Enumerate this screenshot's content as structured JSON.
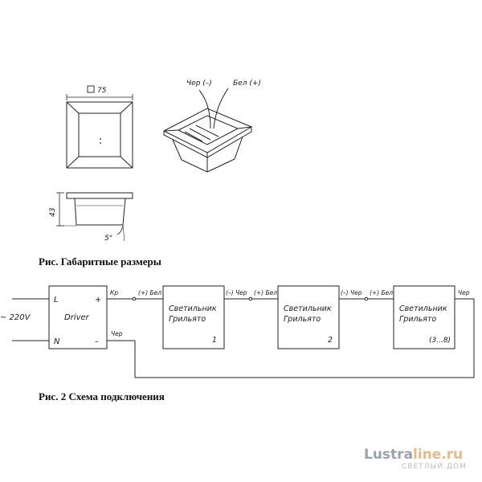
{
  "dimensions": {
    "square_symbol_label": "75",
    "height_label": "43",
    "angle_label": "5°"
  },
  "wire_labels": {
    "black_top": "Чер (–)",
    "white_top": "Бел (+)"
  },
  "captions": {
    "fig1": "Рис. Габаритные размеры",
    "fig2": "Рис. 2 Схема подключения"
  },
  "schema": {
    "supply_label": "~ 220V",
    "driver": {
      "name": "Driver",
      "pin_l": "L",
      "pin_n": "N",
      "pin_plus": "+",
      "pin_minus": "–",
      "out_plus_label": "Кр",
      "out_minus_label": "Чер"
    },
    "lamps": [
      {
        "line1": "Светильник",
        "line2": "Грильято",
        "index": "1",
        "in_label": "(+) Бел",
        "out_label": "(–) Чер"
      },
      {
        "line1": "Светильник",
        "line2": "Грильято",
        "index": "2",
        "in_label": "(+) Бел",
        "out_label": "(–) Чер"
      },
      {
        "line1": "Светильник",
        "line2": "Грильято",
        "index": "(3...8)",
        "in_label": "(+) Бел",
        "out_label": "Чер"
      }
    ]
  },
  "watermark": {
    "brand_left": "Lustra",
    "brand_right": "line.ru",
    "tagline": "СВЕТЛЫЙ ДОМ",
    "colors": {
      "left": "#9aa3ad",
      "right": "#e3b98d",
      "tagline": "#b9bec4"
    }
  }
}
